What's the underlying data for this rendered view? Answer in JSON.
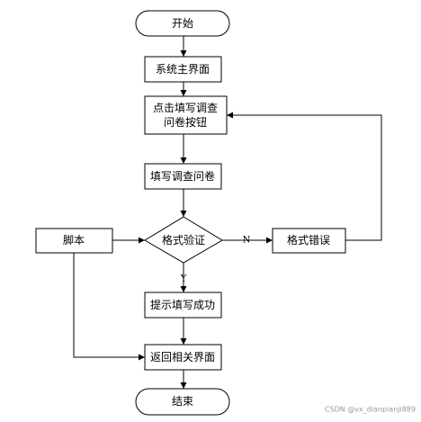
{
  "nodes": {
    "start": "开始",
    "main_ui": "系统主界面",
    "click_line1": "点击填写调查",
    "click_line2": "问卷按钮",
    "fill_survey": "填写调查问卷",
    "validate": "格式验证",
    "format_error": "格式错误",
    "script": "脚本",
    "success": "提示填写成功",
    "return_ui": "返回相关界面",
    "end": "结束"
  },
  "edge_labels": {
    "no": "N",
    "yes": "Y"
  },
  "watermark": "CSDN @vx_dianpianji889"
}
